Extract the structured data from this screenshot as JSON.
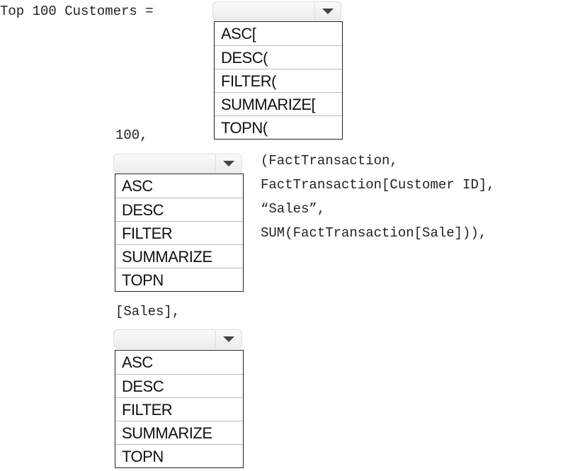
{
  "code": {
    "line1": "Top 100 Customers =",
    "arg_100": "100,",
    "table_args": [
      "(FactTransaction,",
      "FactTransaction[Customer ID],",
      "“Sales”,",
      "SUM(FactTransaction[Sale])),"
    ],
    "sales_ref": "[Sales],"
  },
  "dropdowns": [
    {
      "selected": "",
      "options": [
        "ASC[",
        "DESC(",
        "FILTER(",
        "SUMMARIZE[",
        "TOPN("
      ]
    },
    {
      "selected": "",
      "options": [
        "ASC",
        "DESC",
        "FILTER",
        "SUMMARIZE",
        "TOPN"
      ]
    },
    {
      "selected": "",
      "options": [
        "ASC",
        "DESC",
        "FILTER",
        "SUMMARIZE",
        "TOPN"
      ]
    }
  ]
}
